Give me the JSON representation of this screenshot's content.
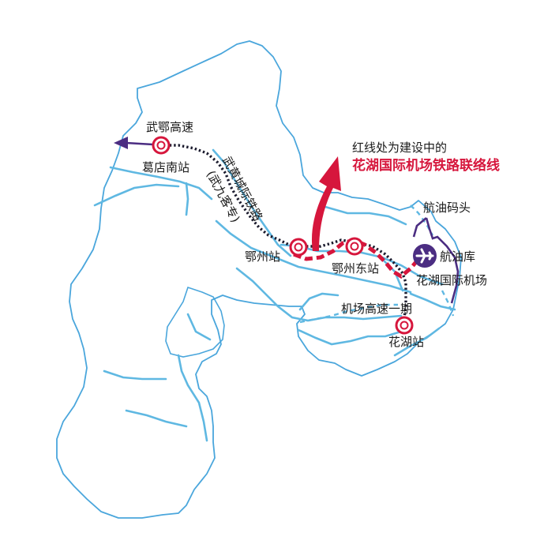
{
  "colors": {
    "boundary": "#4aa6dc",
    "water": "#5fb8e2",
    "existing_rail": "#1b1b2e",
    "new_line": "#d6163c",
    "airport": "#4b2d82",
    "station_ring": "#d6163c"
  },
  "labels": {
    "wue_highway": "武鄂高速",
    "gedian_south": "葛店南站",
    "ezhou_station": "鄂州站",
    "ezhou_east": "鄂州东站",
    "huahu_airport": "花湖国际机场",
    "fuel_depot": "航油库",
    "fuel_wharf": "航油码头",
    "airport_expressway": "机场高速一期",
    "huahu_station": "花湖站",
    "intercity_rail": "武黄城际铁路",
    "intercity_rail_alt": "(武九客专)"
  },
  "note": {
    "line1": "红线处为建设中的",
    "line2": "花湖国际机场铁路联络线"
  },
  "icons": {
    "station": "railway-station-icon",
    "airport": "airplane-icon",
    "arrow": "arrow-left-icon"
  }
}
